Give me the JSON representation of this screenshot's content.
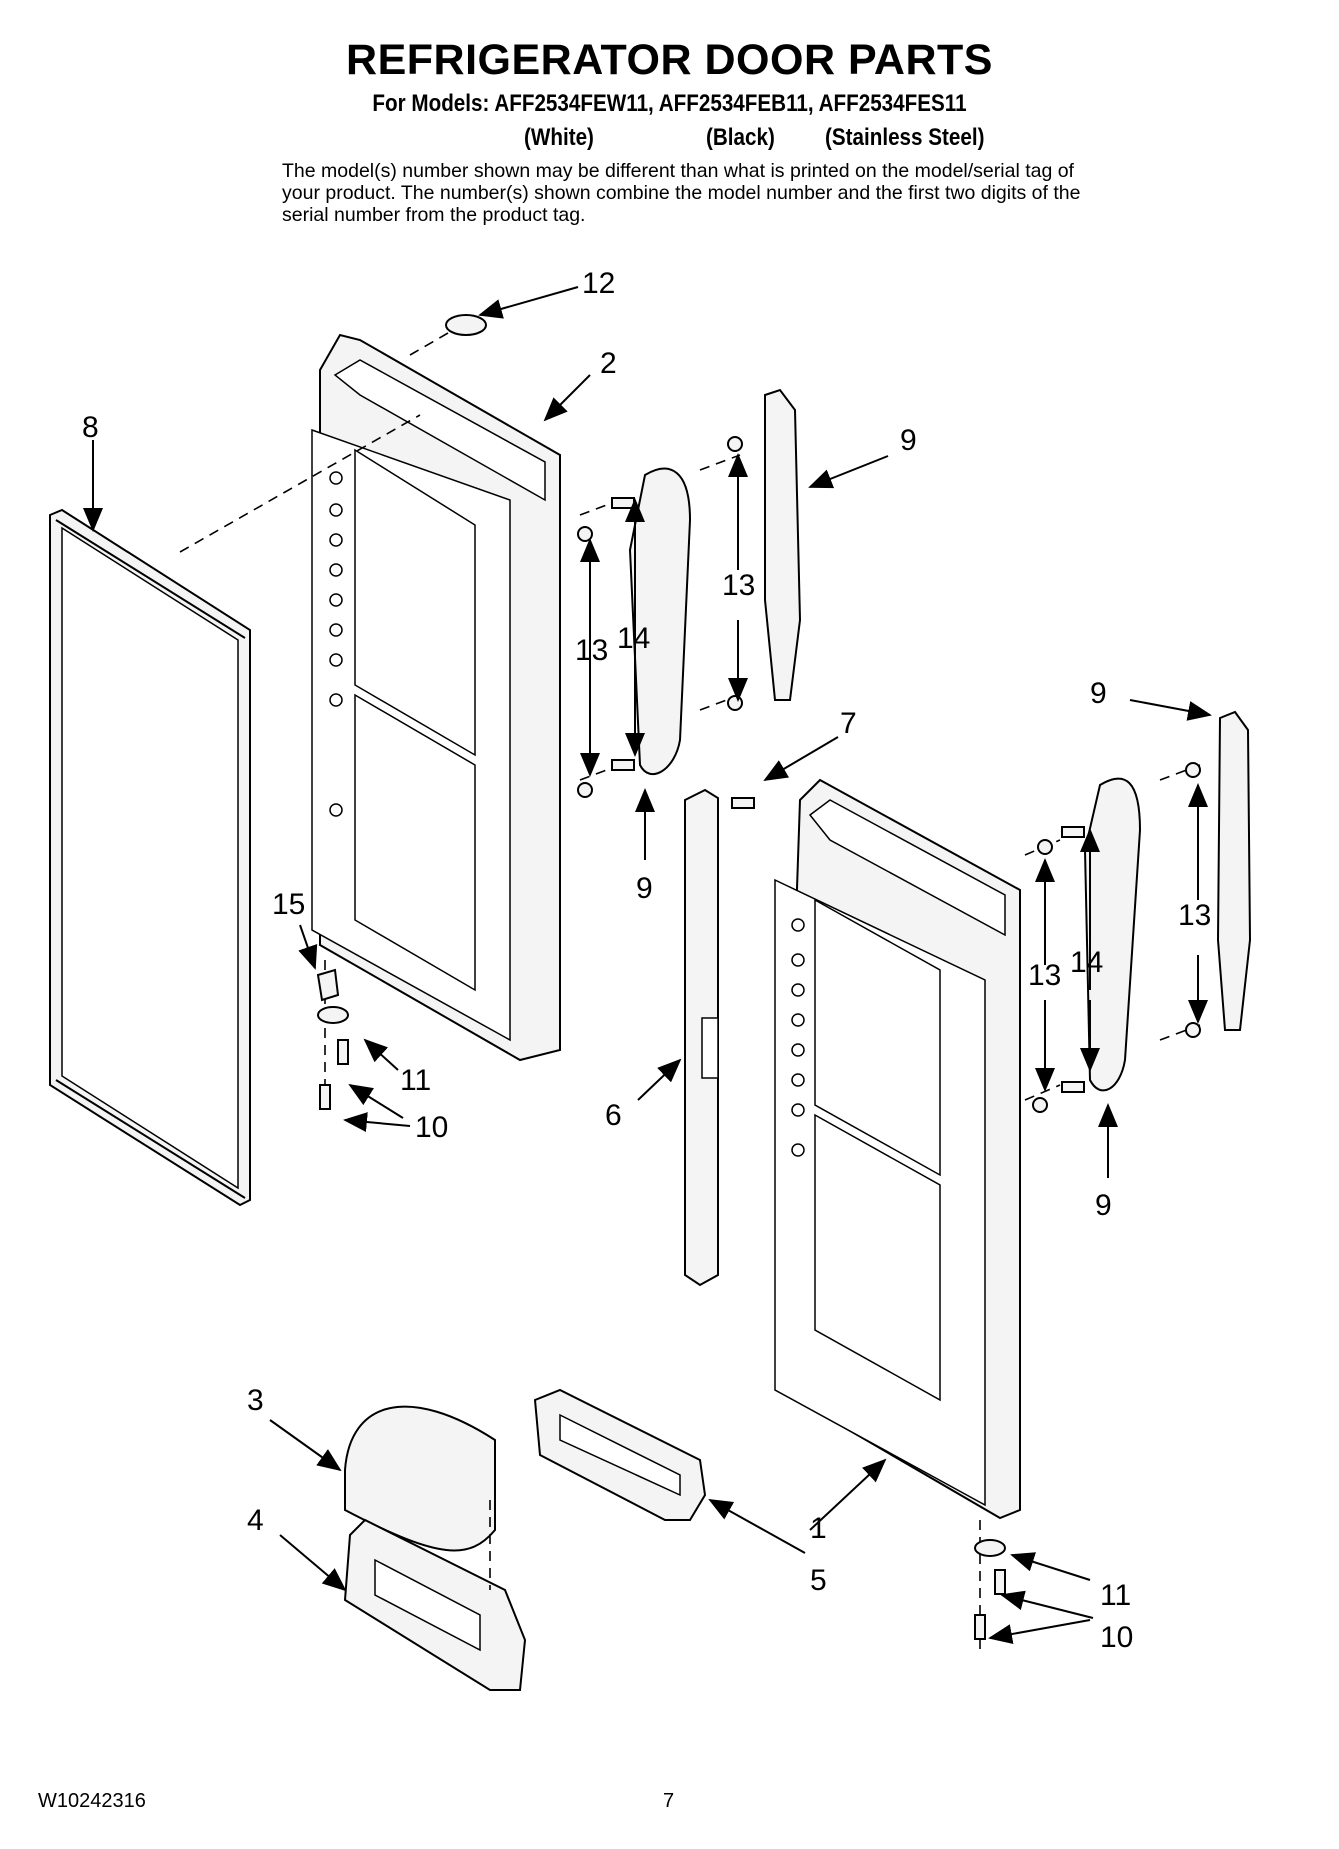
{
  "title": "REFRIGERATOR DOOR PARTS",
  "models_line": "For Models: AFF2534FEW11, AFF2534FEB11, AFF2534FES11",
  "variants": [
    "(White)",
    "(Black)",
    "(Stainless Steel)"
  ],
  "note": "The model(s) number shown may be different than what is printed on the model/serial tag of your product. The number(s) shown combine the model number and the first two digits of the serial number from the product tag.",
  "footer": {
    "doc_number": "W10242316",
    "page_number": "7"
  },
  "callouts": {
    "c1": "1",
    "c2": "2",
    "c3": "3",
    "c4": "4",
    "c5": "5",
    "c6": "6",
    "c7": "7",
    "c8": "8",
    "c9": "9",
    "c10": "10",
    "c11": "11",
    "c12": "12",
    "c13": "13",
    "c14": "14",
    "c15": "15"
  }
}
